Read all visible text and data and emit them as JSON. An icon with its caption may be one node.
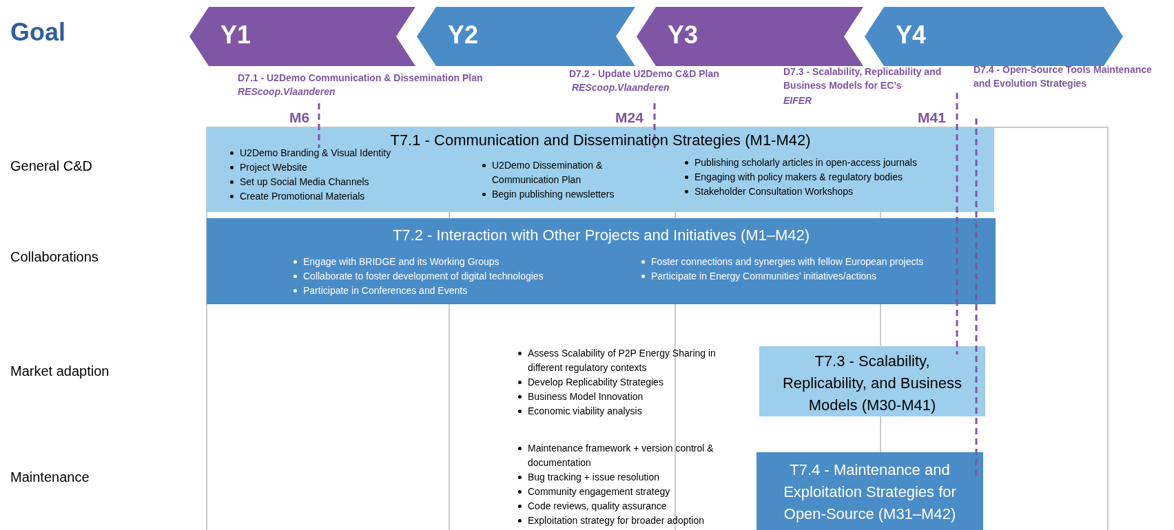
{
  "diagram": {
    "nodes": [
      {
        "text": [
          "Y1"
        ]
      },
      {
        "text": [
          "Y2"
        ]
      },
      {
        "text": [
          "Y3"
        ]
      },
      {
        "text": [
          "Y4"
        ]
      },
      {
        "text": [
          "T7.1 - Communication and Dissemination Strategies (M1-M42)",
          "U2Demo Branding & Visual Identity",
          "Project Website",
          "Set up Social Media Channels",
          "Create Promotional Materials",
          "U2Demo Dissemination & Communication Plan",
          "Begin publishing newsletters",
          "Publishing scholarly articles in open-access journals",
          "Engaging with policy makers & regulatory bodies",
          "Stakeholder Consultation Workshops"
        ]
      },
      {
        "text": [
          "T7.2 - Interaction with Other Projects and Initiatives (M1–M42)",
          "Engage with BRIDGE and its Working Groups",
          "Collaborate to foster development of digital technologies",
          "Participate in Conferences and Events",
          "Foster connections and synergies with fellow European projects",
          "Participate in Energy Communities’ initiatives/actions"
        ]
      },
      {
        "text": [
          "T7.3 - Scalability, Replicability, and Business Models (M30-M41)"
        ],
        "beside": [
          "Assess Scalability of P2P Energy Sharing in different regulatory contexts",
          "Develop Replicability Strategies",
          "Business Model Innovation",
          "Economic viability analysis"
        ]
      },
      {
        "text": [
          "T7.4 - Maintenance and Exploitation Strategies for Open-Source (M31–M42)"
        ],
        "beside": [
          "Maintenance framework + version control & documentation",
          "Bug tracking + issue resolution",
          "Community engagement strategy",
          "Code reviews, quality assurance",
          "Exploitation strategy for broader adoption"
        ]
      }
    ],
    "edges": [],
    "labels": [
      "Goal",
      "D7.1 - U2Demo Communication & Dissemination Plan",
      "REScoop.Vlaanderen",
      "D7.2 - Update U2Demo C&D Plan",
      "REScoop.Vlaanderen",
      "D7.3 - Scalability, Replicability and Business Models for EC’s",
      "EIFER",
      "D7.4 - Open-Source Tools Maintenance and Evolution Strategies",
      "M6",
      "M24",
      "M41",
      "General C&D",
      "Collaborations",
      "Market adaption",
      "Maintenance"
    ]
  }
}
